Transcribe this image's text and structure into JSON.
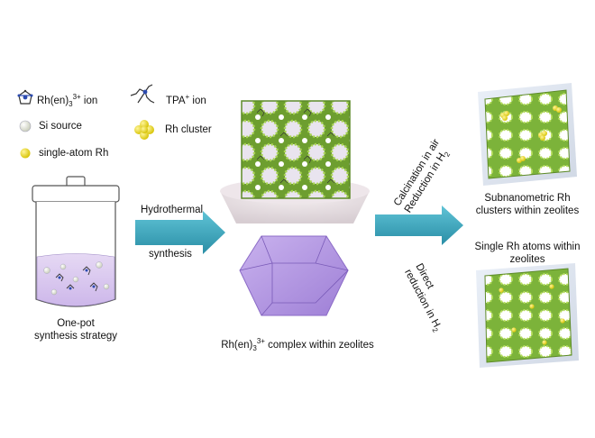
{
  "legend": {
    "rh_en_ion": {
      "main": "Rh(en)",
      "sub": "3",
      "sup": "3+",
      "tail": " ion"
    },
    "tpa_ion": {
      "main": "TPA",
      "sup": "+",
      "tail": " ion"
    },
    "si_source": "Si source",
    "rh_cluster": "Rh cluster",
    "single_atom": "single-atom Rh"
  },
  "vessel": {
    "line1": "One-pot",
    "line2": "synthesis strategy"
  },
  "arrow1": {
    "top": "Hydrothermal",
    "bottom": "synthesis"
  },
  "center_caption": {
    "main": "Rh(en)",
    "sub": "3",
    "sup": "3+",
    "tail": " complex within zeolites"
  },
  "arrow2": {
    "line1": "Calcination in air",
    "line2_main": "Reduction in H",
    "line2_sub": "2"
  },
  "arrow3": {
    "line1": "Direct",
    "line2_main": "reduction in H",
    "line2_sub": "2"
  },
  "result_top": {
    "line1": "Subnanometric Rh",
    "line2": "clusters within zeolites"
  },
  "result_bottom": {
    "line1": "Single Rh atoms within",
    "line2": "zeolites"
  },
  "colors": {
    "arrow": "#3aa6bd",
    "zeolite_green": "#7fb43a",
    "solution": "#d9c8ee",
    "polyhedron": "#b79be3"
  }
}
